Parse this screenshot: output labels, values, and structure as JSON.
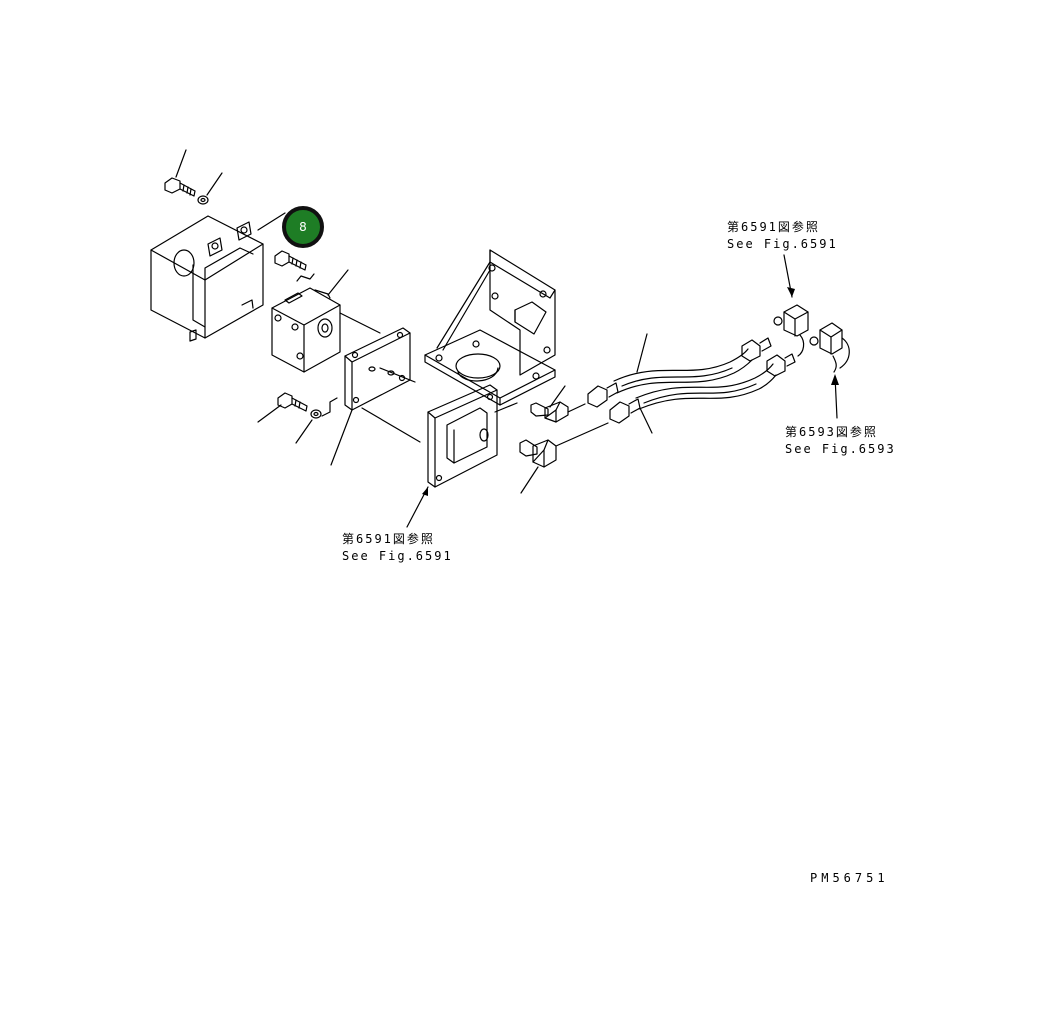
{
  "badge": {
    "number": "8",
    "color": "#1e7d25"
  },
  "references": [
    {
      "jp": "第6591図参照",
      "en": "See Fig.6591"
    },
    {
      "jp": "第6593図参照",
      "en": "See Fig.6593"
    },
    {
      "jp": "第6591図参照",
      "en": "See Fig.6591"
    }
  ],
  "drawing_number": "PM56751"
}
